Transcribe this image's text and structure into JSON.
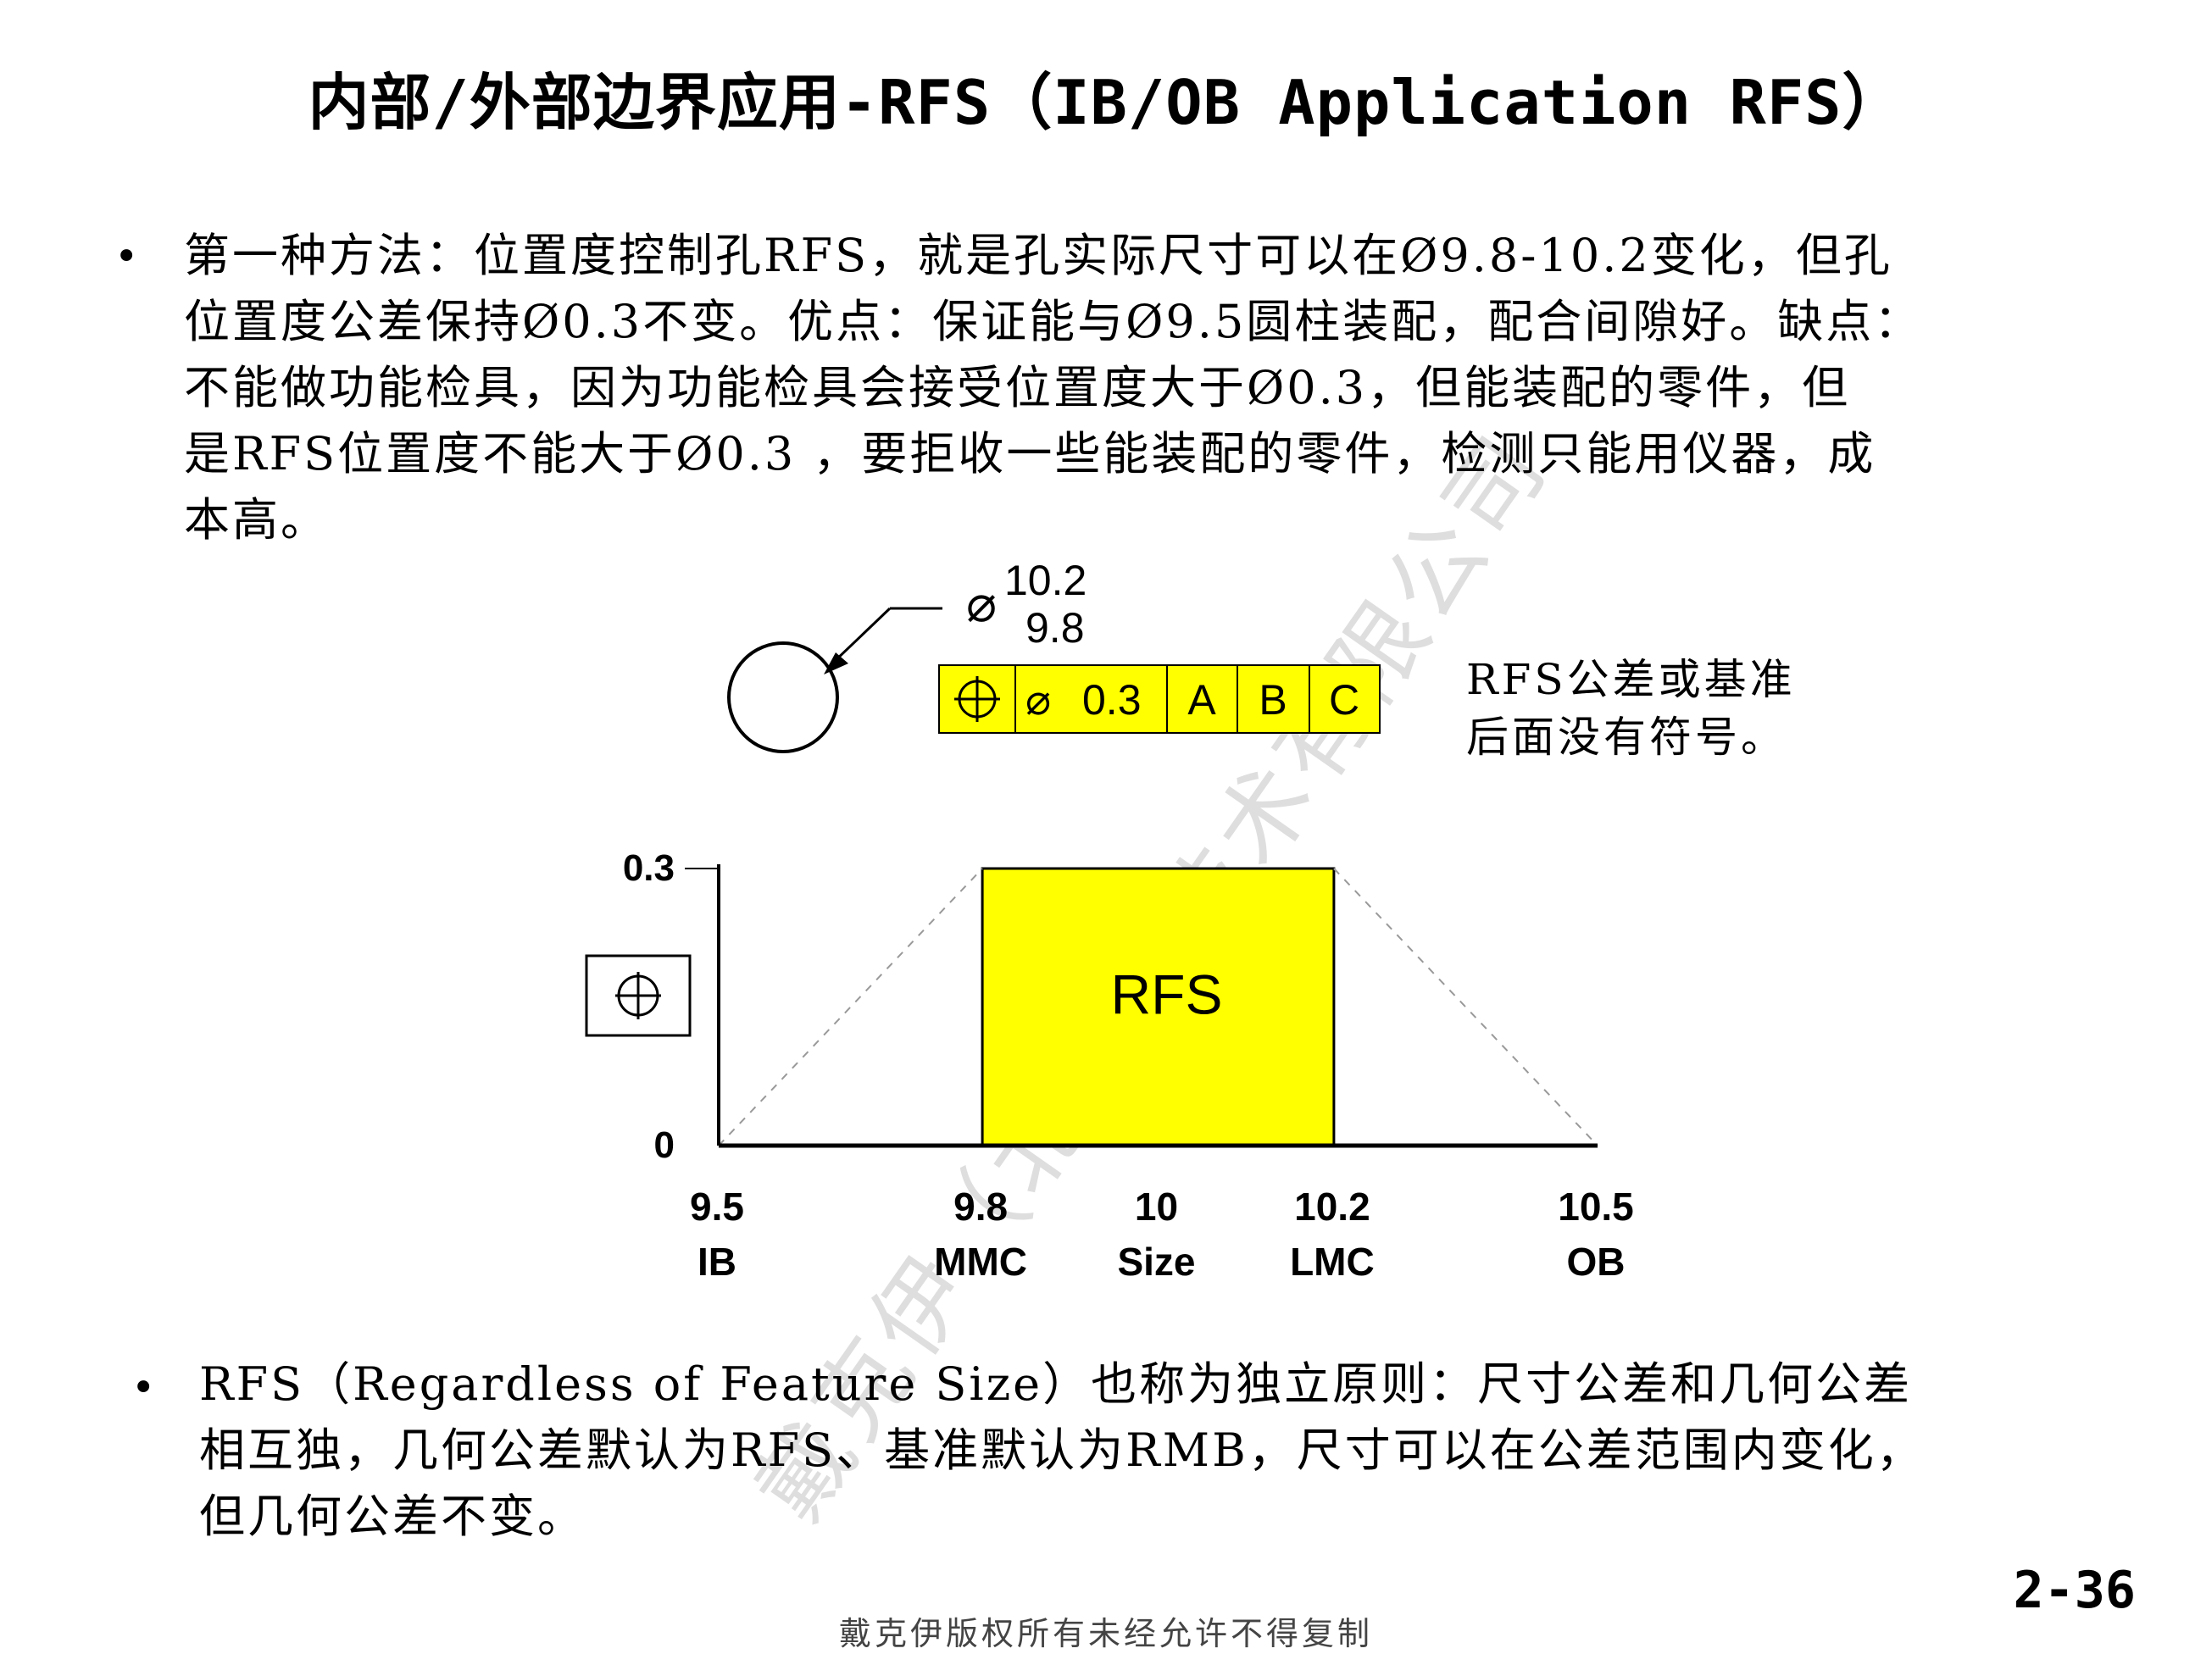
{
  "title": "内部/外部边界应用-RFS（IB/OB Application RFS）",
  "bullet_symbol": "•",
  "para1": "第一种方法：位置度控制孔RFS，就是孔实际尺寸可以在Ø9.8-10.2变化，但孔\n位置度公差保持Ø0.3不变。优点：保证能与Ø9.5圆柱装配，配合间隙好。缺点：\n不能做功能检具，因为功能检具会接受位置度大于Ø0.3，但能装配的零件，但\n是RFS位置度不能大于Ø0.3 ，要拒收一些能装配的零件，检测只能用仪器，成\n本高。",
  "para2": "RFS（Regardless of Feature Size）也称为独立原则：尺寸公差和几何公差\n相互独，几何公差默认为RFS、基准默认为RMB，尺寸可以在公差范围内变化，\n但几何公差不变。",
  "drawing": {
    "diameter_symbol": "⌀",
    "size_upper": "10.2",
    "size_lower": "9.8",
    "fcf": {
      "symbol": "position",
      "tolerance_symbol": "⌀",
      "tolerance": "0.3",
      "datums": [
        "A",
        "B",
        "C"
      ],
      "fill_color": "#ffff00"
    }
  },
  "note": "RFS公差或基准\n后面没有符号。",
  "chart_data": {
    "type": "area",
    "title": "",
    "y_ticks": [
      "0.3",
      "0"
    ],
    "ylim": [
      0,
      0.3
    ],
    "xlim": [
      9.5,
      10.5
    ],
    "x_ticks": [
      {
        "value": 9.5,
        "label": "9.5",
        "sub": "IB"
      },
      {
        "value": 9.8,
        "label": "9.8",
        "sub": "MMC"
      },
      {
        "value": 10.0,
        "label": "10",
        "sub": "Size"
      },
      {
        "value": 10.2,
        "label": "10.2",
        "sub": "LMC"
      },
      {
        "value": 10.5,
        "label": "10.5",
        "sub": "OB"
      }
    ],
    "rfs_zone": {
      "x_from": 9.8,
      "x_to": 10.2,
      "y": 0.3,
      "label": "RFS",
      "color": "#ffff00"
    },
    "dashed_lines": [
      {
        "from": [
          9.5,
          0
        ],
        "to": [
          9.8,
          0.3
        ]
      },
      {
        "from": [
          10.2,
          0.3
        ],
        "to": [
          10.5,
          0
        ]
      }
    ],
    "y_symbol": "position"
  },
  "watermark": "戴克伊（北京）技术有限公司",
  "page_number": "2-36",
  "footer": "戴克伊版权所有未经允许不得复制"
}
